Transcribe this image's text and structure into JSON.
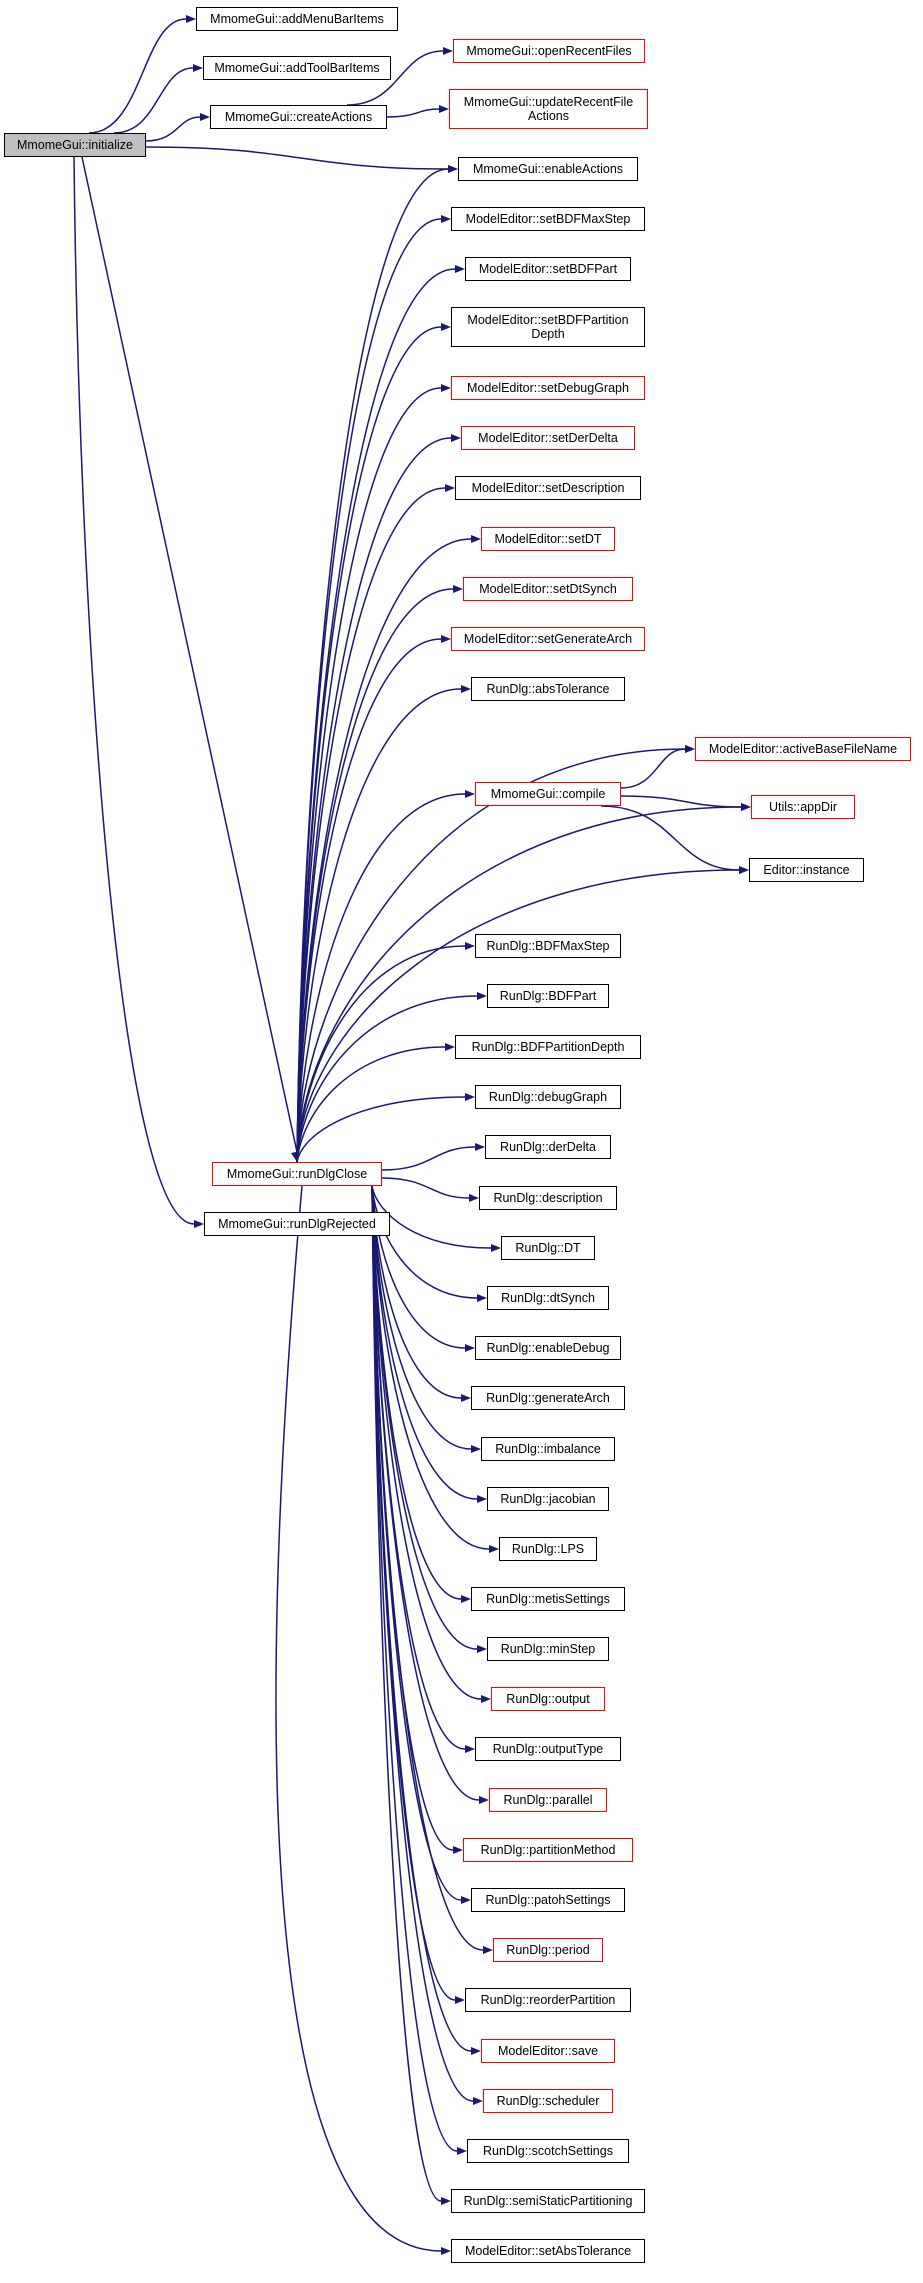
{
  "colors": {
    "edge": "#191970",
    "node_border": "#000000",
    "incomplete_border": "#ff0000",
    "root_fill": "#bfbfbf",
    "background": "#ffffff"
  },
  "nodes": {
    "initialize": "MmomeGui::initialize",
    "addMenuBarItems": "MmomeGui::addMenuBarItems",
    "addToolBarItems": "MmomeGui::addToolBarItems",
    "createActions": "MmomeGui::createActions",
    "openRecentFiles": "MmomeGui::openRecentFiles",
    "updateRecentFileActions": "MmomeGui::updateRecentFile\nActions",
    "enableActions": "MmomeGui::enableActions",
    "setBDFMaxStep": "ModelEditor::setBDFMaxStep",
    "setBDFPart": "ModelEditor::setBDFPart",
    "setBDFPartitionDepth": "ModelEditor::setBDFPartition\nDepth",
    "setDebugGraph": "ModelEditor::setDebugGraph",
    "setDerDelta": "ModelEditor::setDerDelta",
    "setDescription": "ModelEditor::setDescription",
    "setDT": "ModelEditor::setDT",
    "setDtSynch": "ModelEditor::setDtSynch",
    "setGenerateArch": "ModelEditor::setGenerateArch",
    "absTolerance": "RunDlg::absTolerance",
    "activeBaseFileName": "ModelEditor::activeBaseFileName",
    "compile": "MmomeGui::compile",
    "appDir": "Utils::appDir",
    "editorInstance": "Editor::instance",
    "BDFMaxStep": "RunDlg::BDFMaxStep",
    "BDFPart": "RunDlg::BDFPart",
    "BDFPartitionDepth": "RunDlg::BDFPartitionDepth",
    "debugGraph": "RunDlg::debugGraph",
    "runDlgClose": "MmomeGui::runDlgClose",
    "derDelta": "RunDlg::derDelta",
    "runDlgRejected": "MmomeGui::runDlgRejected",
    "description": "RunDlg::description",
    "DT": "RunDlg::DT",
    "dtSynch": "RunDlg::dtSynch",
    "enableDebug": "RunDlg::enableDebug",
    "generateArch": "RunDlg::generateArch",
    "imbalance": "RunDlg::imbalance",
    "jacobian": "RunDlg::jacobian",
    "LPS": "RunDlg::LPS",
    "metisSettings": "RunDlg::metisSettings",
    "minStep": "RunDlg::minStep",
    "output": "RunDlg::output",
    "outputType": "RunDlg::outputType",
    "parallel": "RunDlg::parallel",
    "partitionMethod": "RunDlg::partitionMethod",
    "patohSettings": "RunDlg::patohSettings",
    "period": "RunDlg::period",
    "reorderPartition": "RunDlg::reorderPartition",
    "save": "ModelEditor::save",
    "scheduler": "RunDlg::scheduler",
    "scotchSettings": "RunDlg::scotchSettings",
    "semiStaticPartitioning": "RunDlg::semiStaticPartitioning",
    "setAbsTolerance": "ModelEditor::setAbsTolerance"
  }
}
